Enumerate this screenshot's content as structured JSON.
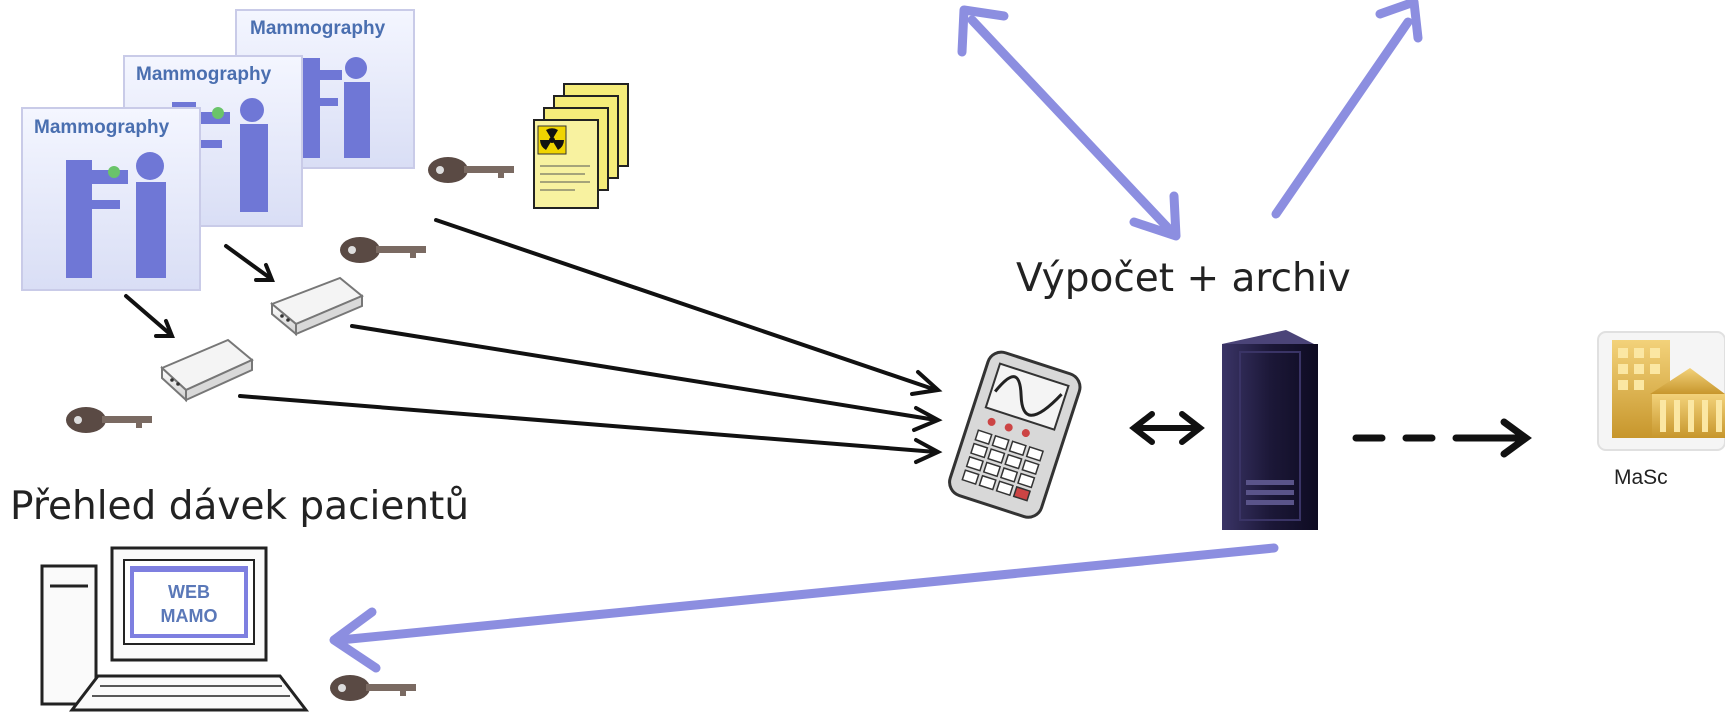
{
  "diagram": {
    "modality_cards": [
      {
        "label": "Mammography"
      },
      {
        "label": "Mammography"
      },
      {
        "label": "Mammography"
      }
    ],
    "compute_label": "Výpočet + archiv",
    "overview_label": "Přehled dávek pacientů",
    "institution_label": "MaSc",
    "web_screen_lines": [
      "WEB",
      "MAMO"
    ]
  },
  "colors": {
    "flow_arrow": "#111111",
    "distribution_arrow": "#8c8ee0",
    "modality_figure": "#6f77d6",
    "card_border": "#c9cbe8",
    "server": "#1e1a3a",
    "building": "#e0b84a"
  },
  "icons": [
    "mammography-device-icon",
    "router-icon",
    "key-icon",
    "dose-report-icon",
    "calculator-icon",
    "server-icon",
    "building-icon",
    "computer-icon"
  ]
}
